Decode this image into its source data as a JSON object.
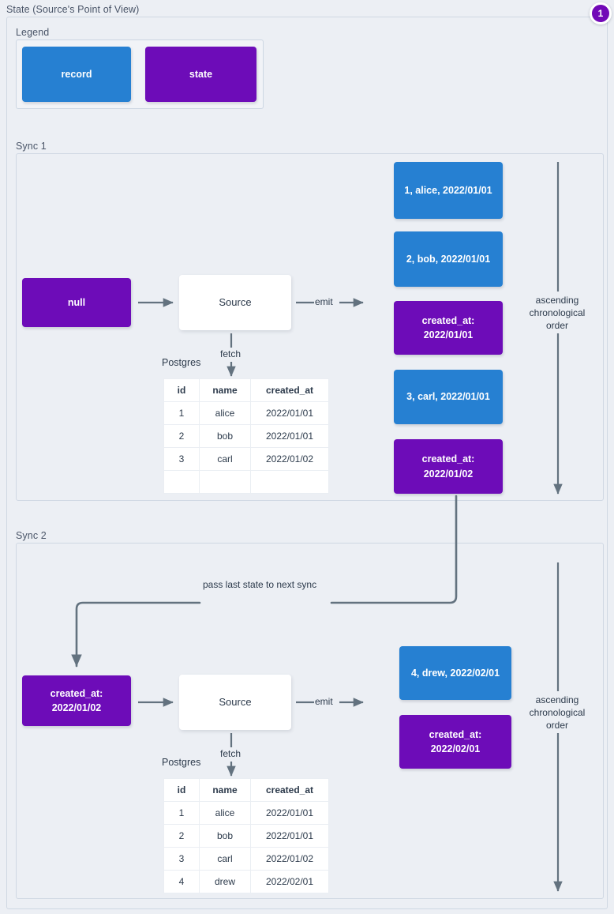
{
  "diagram": {
    "title": "State (Source's Point of View)",
    "badge": "1",
    "legend": {
      "title": "Legend",
      "items": [
        {
          "label": "record",
          "color": "#2680d2",
          "kind": "record"
        },
        {
          "label": "state",
          "color": "#6d0cb8",
          "kind": "state"
        }
      ]
    },
    "colors": {
      "record": "#2680d2",
      "state": "#6d0cb8",
      "background": "#eceff4",
      "frame_border": "#cfd8e3",
      "connector": "#63727f",
      "text": "#2c3a4b"
    },
    "connector_labels": {
      "pass_state": "pass last state to next sync"
    },
    "syncs": [
      {
        "title": "Sync 1",
        "input_state": "null",
        "source_label": "Source",
        "emit_label": "emit",
        "fetch_label": "fetch",
        "db_label": "Postgres",
        "order_label": "ascending\nchronological\norder",
        "table": {
          "columns": [
            "id",
            "name",
            "created_at"
          ],
          "rows": [
            [
              "1",
              "alice",
              "2022/01/01"
            ],
            [
              "2",
              "bob",
              "2022/01/01"
            ],
            [
              "3",
              "carl",
              "2022/01/02"
            ],
            [
              "",
              "",
              ""
            ]
          ]
        },
        "emitted": [
          {
            "kind": "record",
            "text": "1, alice, 2022/01/01"
          },
          {
            "kind": "record",
            "text": "2, bob, 2022/01/01"
          },
          {
            "kind": "state",
            "text": "created_at:\n2022/01/01"
          },
          {
            "kind": "record",
            "text": "3, carl, 2022/01/01"
          },
          {
            "kind": "state",
            "text": "created_at:\n2022/01/02"
          }
        ]
      },
      {
        "title": "Sync 2",
        "input_state": "created_at:\n2022/01/02",
        "source_label": "Source",
        "emit_label": "emit",
        "fetch_label": "fetch",
        "db_label": "Postgres",
        "order_label": "ascending\nchronological\norder",
        "table": {
          "columns": [
            "id",
            "name",
            "created_at"
          ],
          "rows": [
            [
              "1",
              "alice",
              "2022/01/01"
            ],
            [
              "2",
              "bob",
              "2022/01/01"
            ],
            [
              "3",
              "carl",
              "2022/01/02"
            ],
            [
              "4",
              "drew",
              "2022/02/01"
            ]
          ]
        },
        "emitted": [
          {
            "kind": "record",
            "text": "4, drew, 2022/02/01"
          },
          {
            "kind": "state",
            "text": "created_at:\n2022/02/01"
          }
        ]
      }
    ]
  }
}
